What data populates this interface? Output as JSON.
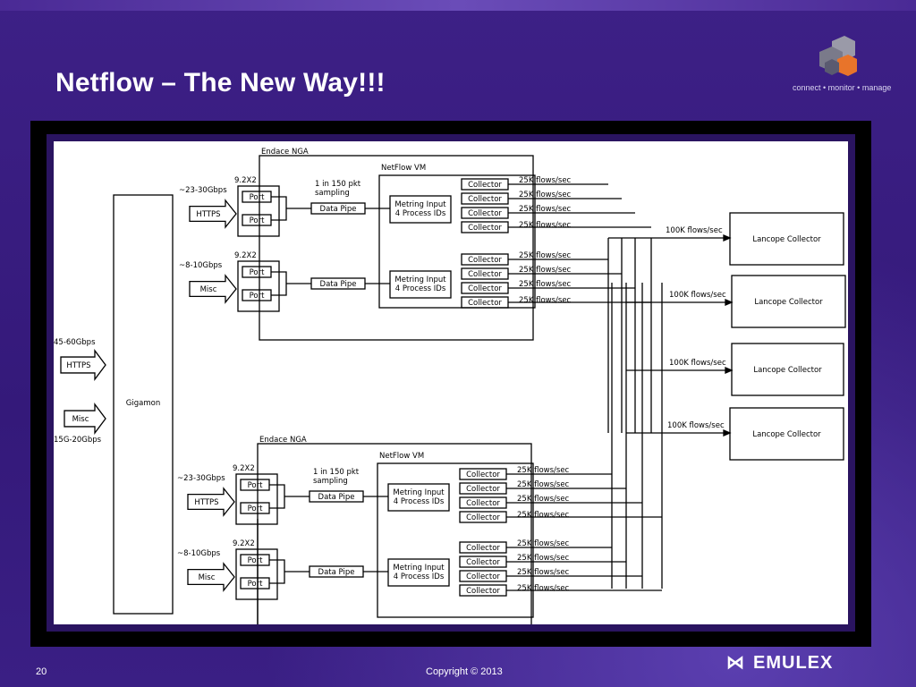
{
  "slide": {
    "title": "Netflow – The New Way!!!",
    "tagline": "connect • monitor • manage",
    "page_number": "20",
    "copyright": "Copyright © 2013",
    "brand": "EMULEX"
  },
  "diagram": {
    "gigamon": "Gigamon",
    "left_inputs": [
      {
        "rate": "45-60Gbps",
        "arrow": "HTTPS"
      },
      {
        "rate": "15G-20Gbps",
        "arrow": "Misc"
      }
    ],
    "ngas": [
      {
        "title": "Endace NGA",
        "vm_title": "NetFlow VM",
        "sampling": "1 in 150 pkt sampling",
        "groups": [
          {
            "rate": "~23-30Gbps",
            "arrow": "HTTPS",
            "port_label": "9.2X2",
            "ports": [
              "Port",
              "Port"
            ],
            "pipe": "Data Pipe",
            "metring": [
              "Metring Input",
              "4 Process IDs"
            ],
            "collectors": [
              "Collector",
              "Collector",
              "Collector",
              "Collector"
            ],
            "flows": [
              "25K flows/sec",
              "25K flows/sec",
              "25K flows/sec",
              "25K flows/sec"
            ]
          },
          {
            "rate": "~8-10Gbps",
            "arrow": "Misc",
            "port_label": "9.2X2",
            "ports": [
              "Port",
              "Port"
            ],
            "pipe": "Data Pipe",
            "metring": [
              "Metring Input",
              "4 Process IDs"
            ],
            "collectors": [
              "Collector",
              "Collector",
              "Collector",
              "Collector"
            ],
            "flows": [
              "25K flows/sec",
              "25K flows/sec",
              "25K flows/sec",
              "25K flows/sec"
            ]
          }
        ]
      },
      {
        "title": "Endace NGA",
        "vm_title": "NetFlow VM",
        "sampling": "1 in 150 pkt sampling",
        "groups": [
          {
            "rate": "~23-30Gbps",
            "arrow": "HTTPS",
            "port_label": "9.2X2",
            "ports": [
              "Port",
              "Port"
            ],
            "pipe": "Data Pipe",
            "metring": [
              "Metring Input",
              "4 Process IDs"
            ],
            "collectors": [
              "Collector",
              "Collector",
              "Collector",
              "Collector"
            ],
            "flows": [
              "25K flows/sec",
              "25K flows/sec",
              "25K flows/sec",
              "25K flows/sec"
            ]
          },
          {
            "rate": "~8-10Gbps",
            "arrow": "Misc",
            "port_label": "9.2X2",
            "ports": [
              "Port",
              "Port"
            ],
            "pipe": "Data Pipe",
            "metring": [
              "Metring Input",
              "4 Process IDs"
            ],
            "collectors": [
              "Collector",
              "Collector",
              "Collector",
              "Collector"
            ],
            "flows": [
              "25K flows/sec",
              "25K flows/sec",
              "25K flows/sec",
              "25K flows/sec"
            ]
          }
        ]
      }
    ],
    "lancope": [
      {
        "flow": "100K flows/sec",
        "label": "Lancope Collector"
      },
      {
        "flow": "100K flows/sec",
        "label": "Lancope Collector"
      },
      {
        "flow": "100K flows/sec",
        "label": "Lancope Collector"
      },
      {
        "flow": "100K flows/sec",
        "label": "Lancope Collector"
      }
    ]
  }
}
